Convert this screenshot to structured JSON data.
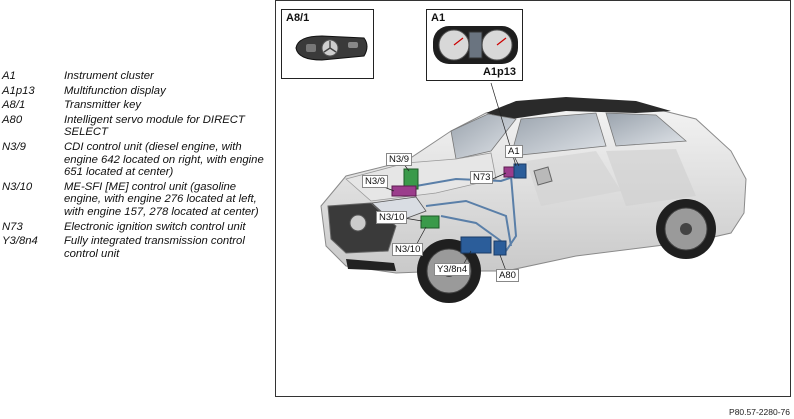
{
  "legend": [
    {
      "code": "A1",
      "desc": "Instrument cluster"
    },
    {
      "code": "A1p13",
      "desc": "Multifunction display"
    },
    {
      "code": "A8/1",
      "desc": "Transmitter key"
    },
    {
      "code": "A80",
      "desc": "Intelligent servo module for DIRECT SELECT"
    },
    {
      "code": "N3/9",
      "desc": "CDI control unit (diesel engine, with engine 642 located on right, with engine 651 located at center)"
    },
    {
      "code": "N3/10",
      "desc": "ME-SFI [ME] control unit (gasoline engine, with engine 276 located at left, with engine 157, 278 located at center)"
    },
    {
      "code": "N73",
      "desc": "Electronic ignition switch control unit"
    },
    {
      "code": "Y3/8n4",
      "desc": "Fully integrated transmission control control unit"
    }
  ],
  "figure": {
    "inset_key_label": "A8/1",
    "inset_cluster_label": "A1",
    "inset_cluster_sub": "A1p13",
    "callouts": {
      "n39_top": "N3/9",
      "n39_left": "N3/9",
      "a1": "A1",
      "n73": "N73",
      "n310_a": "N3/10",
      "n310_b": "N3/10",
      "y38n4": "Y3/8n4",
      "a80": "A80"
    },
    "figure_id": "P80.57-2280-76"
  },
  "colors": {
    "ecu_green": "#3a9a4a",
    "ecu_purple": "#9b3d8c",
    "ecu_blue": "#2b5d9a",
    "harness": "#5a7fa8"
  }
}
